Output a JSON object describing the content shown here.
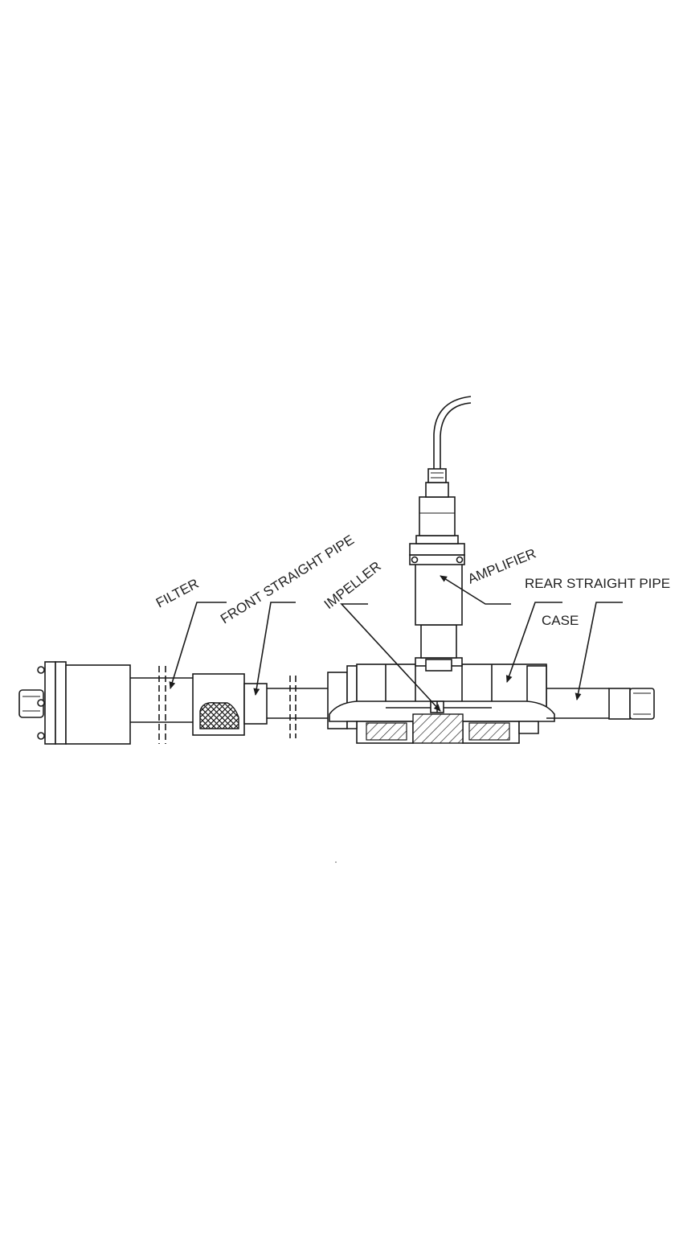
{
  "labels": {
    "filter": "FILTER",
    "front_straight_pipe": "FRONT STRAIGHT PIPE",
    "impeller": "IMPELLER",
    "amplifier": "AMPLIFIER",
    "rear_straight_pipe": "REAR STRAIGHT PIPE",
    "case": "CASE"
  }
}
